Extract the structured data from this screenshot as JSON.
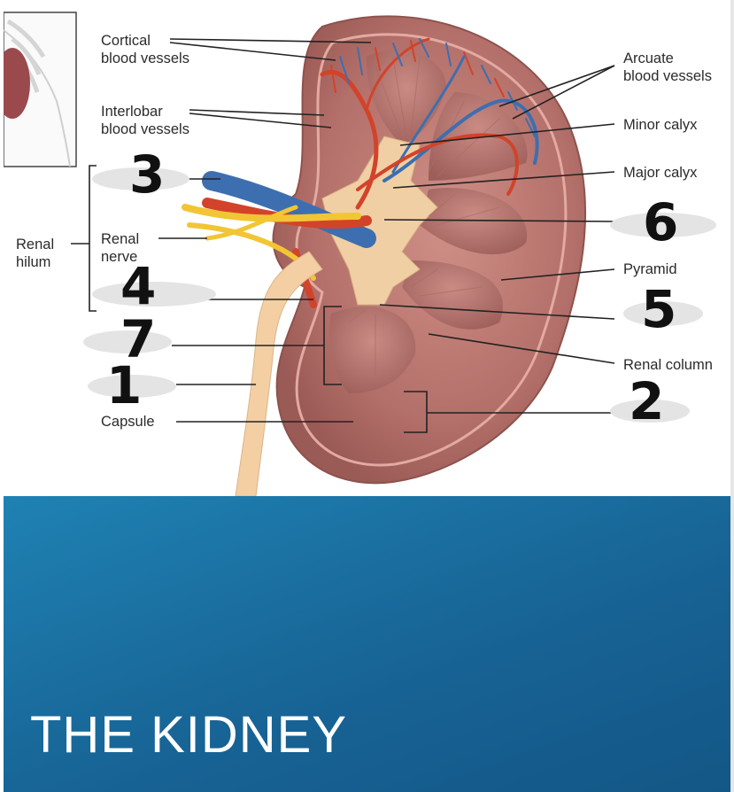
{
  "slide": {
    "title": "THE KIDNEY"
  },
  "labels": {
    "cortical_vessels": "Cortical\nblood vessels",
    "interlobar_vessels": "Interlobar\nblood vessels",
    "renal_hilum": "Renal\nhilum",
    "renal_nerve": "Renal\nnerve",
    "capsule": "Capsule",
    "arcuate_vessels": "Arcuate\nblood vessels",
    "minor_calyx": "Minor calyx",
    "major_calyx": "Major calyx",
    "pyramid": "Pyramid",
    "renal_column": "Renal column"
  },
  "handwritten": {
    "n3": "3",
    "n4": "4",
    "n7": "7",
    "n1": "1",
    "n6": "6",
    "n5": "5",
    "n2": "2"
  },
  "colors": {
    "kidney": "#b9736f",
    "cortex": "#d79a93",
    "artery": "#d2432a",
    "vein": "#3d6fb0",
    "nerve": "#f2c534",
    "ureter": "#f3cfa3",
    "band": "#1a6fa0"
  }
}
